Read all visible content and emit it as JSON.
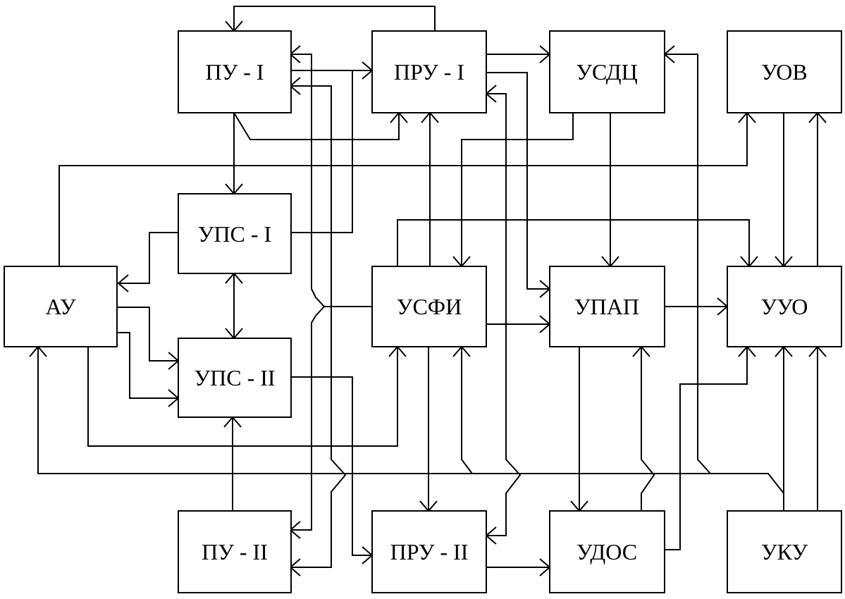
{
  "blocks": {
    "pu1": "ПУ - I",
    "pru1": "ПРУ - I",
    "usdc": "УСДЦ",
    "uov": "УОВ",
    "ups1": "УПС - I",
    "au": "АУ",
    "usfi": "УСФИ",
    "upap": "УПАП",
    "uuo": "УУО",
    "ups2": "УПС - II",
    "pu2": "ПУ - II",
    "pru2": "ПРУ - II",
    "udos": "УДОС",
    "uku": "УКУ"
  }
}
